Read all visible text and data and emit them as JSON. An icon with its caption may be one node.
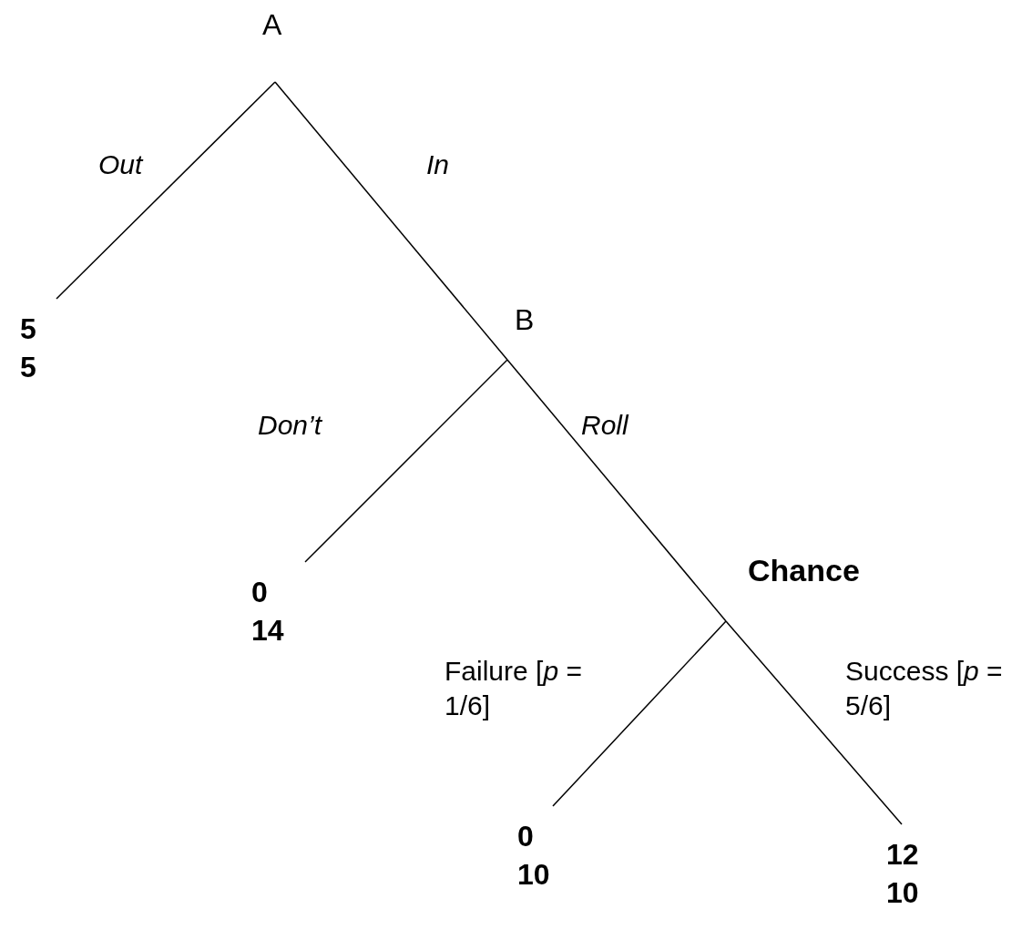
{
  "diagram": {
    "nodes": [
      {
        "text": [
          "A"
        ]
      },
      {
        "text": [
          "5",
          "5"
        ]
      },
      {
        "text": [
          "B"
        ]
      },
      {
        "text": [
          "0",
          "14"
        ]
      },
      {
        "text": [
          "Chance"
        ]
      },
      {
        "text": [
          "0",
          "10"
        ]
      },
      {
        "text": [
          "12",
          "10"
        ]
      }
    ],
    "edges": [
      {
        "from": 0,
        "to": 1,
        "arrow": "none",
        "label": "Out"
      },
      {
        "from": 0,
        "to": 2,
        "arrow": "none",
        "label": "In"
      },
      {
        "from": 2,
        "to": 3,
        "arrow": "none",
        "label": "Don’t"
      },
      {
        "from": 2,
        "to": 4,
        "arrow": "none",
        "label": "Roll"
      },
      {
        "from": 4,
        "to": 5,
        "arrow": "none",
        "label": "Failure [*p* = 1/6]"
      },
      {
        "from": 4,
        "to": 6,
        "arrow": "none",
        "label": "Success [*p* = 5/6]"
      }
    ]
  }
}
